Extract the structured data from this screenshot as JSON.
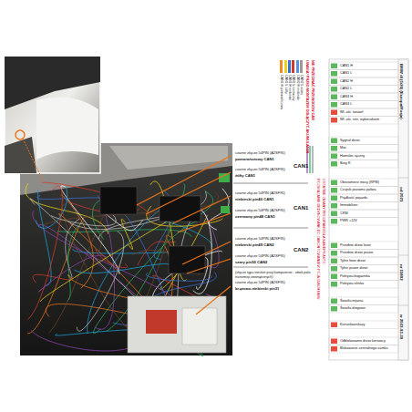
{
  "diagram": {
    "title": "BMW i4 (G26) (Europa/Rosja)",
    "labels": [
      "czarne złącze 54PIN (A2SF95)",
      "pomarańczowy CAN1",
      "czarne złącze 54PIN (A2SF95)",
      "żółty CAN1",
      "CAN1",
      "czarne złącze 54PIN (A2SF95)",
      "niebieski pin40 CAN1",
      "czarne złącze 54PIN (A2SF95)",
      "czerwony pin48 CAN1",
      "CAN1",
      "czarne złącze 54PIN (A2SF95)",
      "niebieski pin49 CAN2",
      "czarne złącze 54PIN (A2SF95)",
      "szary pin50 CAN2",
      "CAN2",
      "(złącze typu stecker przy komputerze - obok pola",
      "transmisji zewnętrznych)",
      "czarne złącze 54PIN (A2SF95)",
      "brązowo-niebieski pin31",
      "UWAGA! PRZED MONTAŻEM ODŁĄCZYĆ AKUMULATOR",
      "NIE PRZECINAĆ PRZEWODÓW CAN",
      "ROZWIĄZANIE DEDYKOWANE DO ZAMONTOWANIA W POJAZDACH BMW",
      "OSTATNIE ZMIANY PROGRAMU DLA KAMERY AUTO",
      "od 2021",
      "nr 11802",
      "w 2022-03-30",
      "CAN1 H",
      "CAN1 L",
      "CAN2 H",
      "CAN2 L",
      "CAN3 H",
      "CAN3 L",
      "Wł. akt. świateł",
      "Wł. akt. ster. wybierakiem",
      "Sygnał drzwi",
      "Moc",
      "Hamulec ręczny",
      "Bieg R",
      "Obrotomierz mocy (RPM)",
      "Czujnik poziomu paliwa",
      "Prędkość pojazdu",
      "Immobilizer",
      "CRM",
      "PWR +12V",
      "Przednie drzwi lewe",
      "Przednie drzwi prawe",
      "Tylne lewe drzwi",
      "Tylne prawe drzwi",
      "Pokrywa bagażnika",
      "Pokrywa silnika",
      "Światła mijania",
      "Światła drogowe",
      "Kierunkowskazy",
      "Odblokowanie drzwi kierowcy",
      "Blokowanie centralnego zamka"
    ],
    "legend": [
      {
        "text": "CAN1 H pomarańczowy",
        "color": "#f08a24"
      },
      {
        "text": "CAN1 L żółty",
        "color": "#e8d21c"
      },
      {
        "text": "CAN1 H niebieski",
        "color": "#3a6fd8"
      },
      {
        "text": "CAN1 L czerwony",
        "color": "#d23a2a"
      },
      {
        "text": "CAN2 H niebieski",
        "color": "#5b8fe0"
      },
      {
        "text": "CAN2 L szary",
        "color": "#9a9a9a"
      }
    ]
  }
}
